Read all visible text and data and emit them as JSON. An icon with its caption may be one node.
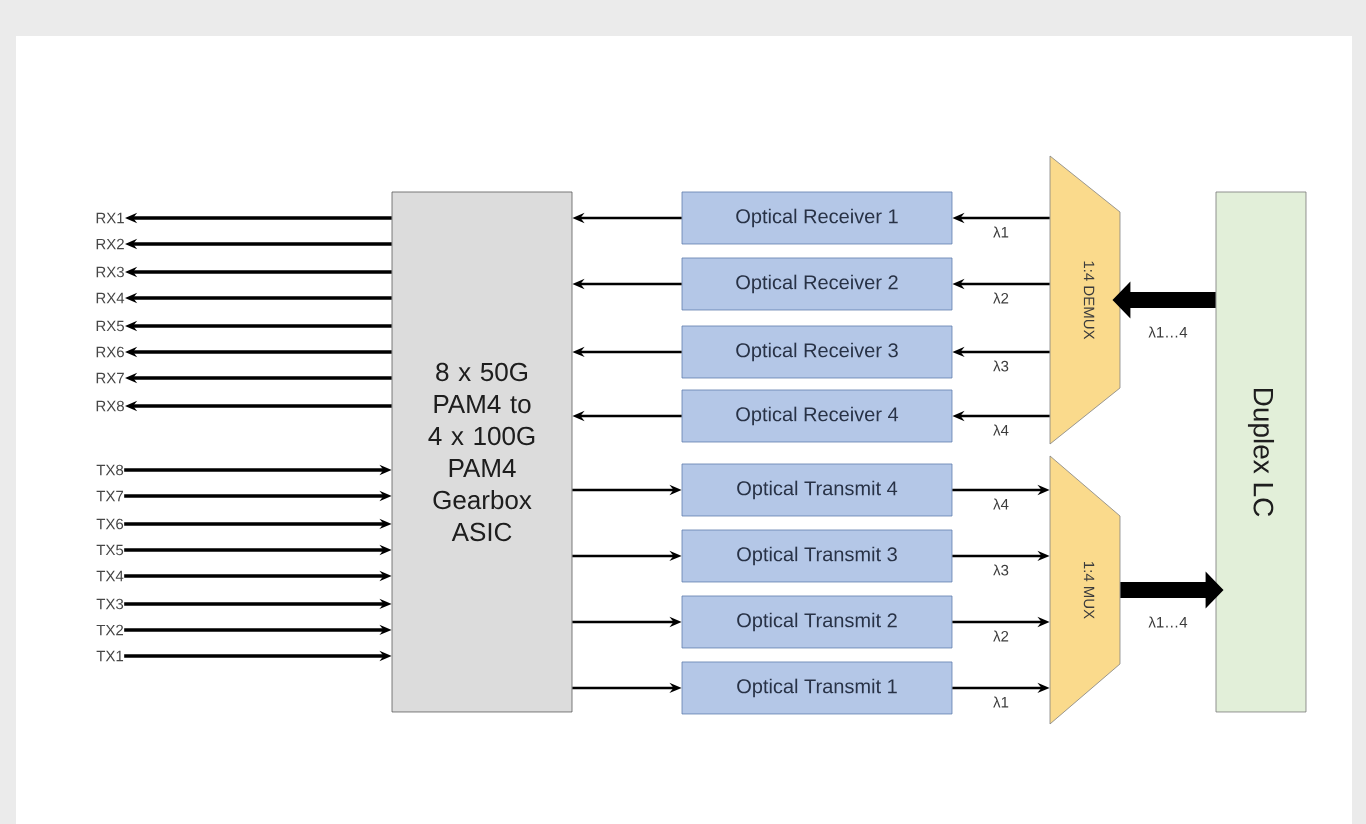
{
  "diagram": {
    "nodes": [
      {
        "text": [
          "8 x 50G PAM4 to 4 x 100G PAM4 Gearbox ASIC"
        ]
      },
      {
        "text": [
          "Optical Receiver 1"
        ]
      },
      {
        "text": [
          "Optical Receiver 2"
        ]
      },
      {
        "text": [
          "Optical Receiver 3"
        ]
      },
      {
        "text": [
          "Optical Receiver 4"
        ]
      },
      {
        "text": [
          "Optical Transmit 4"
        ]
      },
      {
        "text": [
          "Optical Transmit 3"
        ]
      },
      {
        "text": [
          "Optical Transmit 2"
        ]
      },
      {
        "text": [
          "Optical Transmit 1"
        ]
      },
      {
        "text": [
          "1:4 DEMUX"
        ]
      },
      {
        "text": [
          "1:4 MUX"
        ]
      },
      {
        "text": [
          "Duplex LC"
        ]
      },
      {
        "text": [
          "RX1"
        ]
      },
      {
        "text": [
          "RX2"
        ]
      },
      {
        "text": [
          "RX3"
        ]
      },
      {
        "text": [
          "RX4"
        ]
      },
      {
        "text": [
          "RX5"
        ]
      },
      {
        "text": [
          "RX6"
        ]
      },
      {
        "text": [
          "RX7"
        ]
      },
      {
        "text": [
          "RX8"
        ]
      },
      {
        "text": [
          "TX8"
        ]
      },
      {
        "text": [
          "TX7"
        ]
      },
      {
        "text": [
          "TX6"
        ]
      },
      {
        "text": [
          "TX5"
        ]
      },
      {
        "text": [
          "TX4"
        ]
      },
      {
        "text": [
          "TX3"
        ]
      },
      {
        "text": [
          "TX2"
        ]
      },
      {
        "text": [
          "TX1"
        ]
      }
    ],
    "edges": [
      {
        "from": 0,
        "to": 12,
        "arrow": "to"
      },
      {
        "from": 0,
        "to": 13,
        "arrow": "to"
      },
      {
        "from": 0,
        "to": 14,
        "arrow": "to"
      },
      {
        "from": 0,
        "to": 15,
        "arrow": "to"
      },
      {
        "from": 0,
        "to": 16,
        "arrow": "to"
      },
      {
        "from": 0,
        "to": 17,
        "arrow": "to"
      },
      {
        "from": 0,
        "to": 18,
        "arrow": "to"
      },
      {
        "from": 0,
        "to": 19,
        "arrow": "to"
      },
      {
        "from": 20,
        "to": 0,
        "arrow": "to"
      },
      {
        "from": 21,
        "to": 0,
        "arrow": "to"
      },
      {
        "from": 22,
        "to": 0,
        "arrow": "to"
      },
      {
        "from": 23,
        "to": 0,
        "arrow": "to"
      },
      {
        "from": 24,
        "to": 0,
        "arrow": "to"
      },
      {
        "from": 25,
        "to": 0,
        "arrow": "to"
      },
      {
        "from": 26,
        "to": 0,
        "arrow": "to"
      },
      {
        "from": 27,
        "to": 0,
        "arrow": "to"
      },
      {
        "from": 1,
        "to": 0,
        "arrow": "to"
      },
      {
        "from": 2,
        "to": 0,
        "arrow": "to"
      },
      {
        "from": 3,
        "to": 0,
        "arrow": "to"
      },
      {
        "from": 4,
        "to": 0,
        "arrow": "to"
      },
      {
        "from": 0,
        "to": 5,
        "arrow": "to"
      },
      {
        "from": 0,
        "to": 6,
        "arrow": "to"
      },
      {
        "from": 0,
        "to": 7,
        "arrow": "to"
      },
      {
        "from": 0,
        "to": 8,
        "arrow": "to"
      },
      {
        "from": 9,
        "to": 1,
        "arrow": "to",
        "label": "λ1"
      },
      {
        "from": 9,
        "to": 2,
        "arrow": "to",
        "label": "λ2"
      },
      {
        "from": 9,
        "to": 3,
        "arrow": "to",
        "label": "λ3"
      },
      {
        "from": 9,
        "to": 4,
        "arrow": "to",
        "label": "λ4"
      },
      {
        "from": 5,
        "to": 10,
        "arrow": "to",
        "label": "λ4"
      },
      {
        "from": 6,
        "to": 10,
        "arrow": "to",
        "label": "λ3"
      },
      {
        "from": 7,
        "to": 10,
        "arrow": "to",
        "label": "λ2"
      },
      {
        "from": 8,
        "to": 10,
        "arrow": "to",
        "label": "λ1"
      },
      {
        "from": 11,
        "to": 9,
        "arrow": "to",
        "label": "λ1…4",
        "style": "thick"
      },
      {
        "from": 10,
        "to": 11,
        "arrow": "to",
        "label": "λ1…4",
        "style": "thick"
      }
    ]
  }
}
